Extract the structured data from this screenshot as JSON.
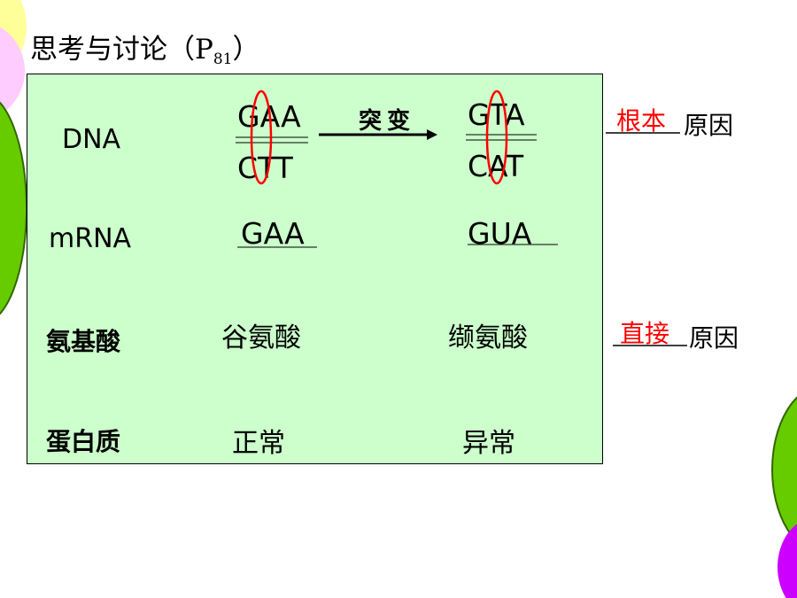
{
  "title": {
    "text": "思考与讨论（P",
    "sub": "81",
    "close": "）"
  },
  "rows": {
    "dna": {
      "label": "DNA",
      "normal_top": "GAA",
      "normal_bottom": "CTT",
      "mutant_top": "GTA",
      "mutant_bottom": "CAT",
      "arrow_label": "突变"
    },
    "mrna": {
      "label": "mRNA",
      "normal": "GAA",
      "mutant": "GUA"
    },
    "amino": {
      "label": "氨基酸",
      "normal": "谷氨酸",
      "mutant": "缬氨酸"
    },
    "protein": {
      "label": "蛋白质",
      "normal": "正常",
      "mutant": "异常"
    }
  },
  "side": {
    "root": {
      "answer": "根本",
      "suffix": "原因"
    },
    "direct": {
      "answer": "直接",
      "suffix": "原因"
    }
  },
  "colors": {
    "panel": "#ccffcc",
    "highlight": "#ff0000",
    "circle_yellow": "#ffff99",
    "circle_green": "#66cc00",
    "circle_pink": "#ffccff",
    "circle_purple": "#cc00ff"
  }
}
